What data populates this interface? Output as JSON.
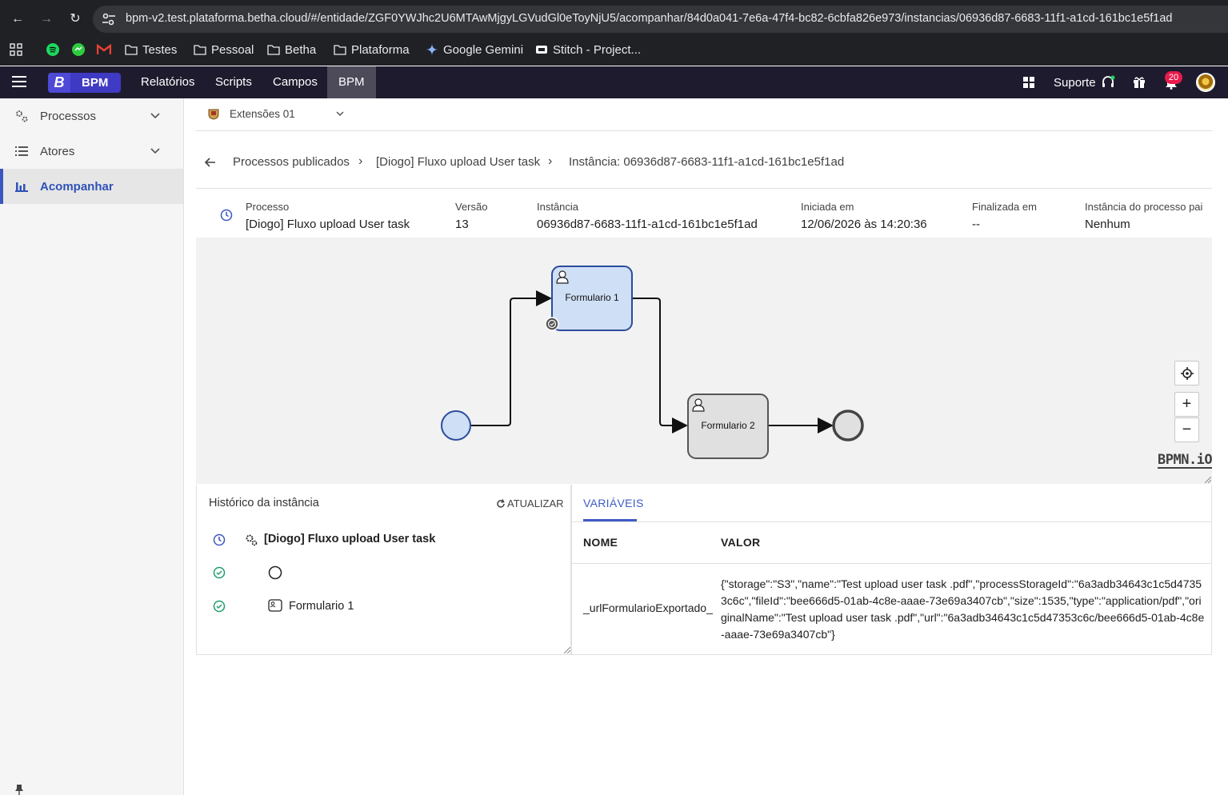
{
  "browser": {
    "url": "bpm-v2.test.plataforma.betha.cloud/#/entidade/ZGF0YWJhc2U6MTAwMjgyLGVudGl0eToyNjU5/acompanhar/84d0a041-7e6a-47f4-bc82-6cbfa826e973/instancias/06936d87-6683-11f1-a1cd-161bc1e5f1ad",
    "bookmarks": [
      "Testes",
      "Pessoal",
      "Betha",
      "Plataforma",
      "Google Gemini",
      "Stitch - Project..."
    ]
  },
  "header": {
    "brand_letter": "B",
    "brand_name": "BPM",
    "nav": [
      "Relatórios",
      "Scripts",
      "Campos",
      "BPM"
    ],
    "support_label": "Suporte",
    "notification_count": "20"
  },
  "sidebar": {
    "items": [
      {
        "label": "Processos"
      },
      {
        "label": "Atores"
      },
      {
        "label": "Acompanhar"
      }
    ]
  },
  "entity": {
    "name": "Extensões 01"
  },
  "breadcrumb": {
    "items": [
      "Processos publicados",
      "[Diogo] Fluxo upload User task",
      "Instância: 06936d87-6683-11f1-a1cd-161bc1e5f1ad"
    ],
    "separator": "›"
  },
  "info": {
    "processo_label": "Processo",
    "processo_value": "[Diogo] Fluxo upload User task",
    "versao_label": "Versão",
    "versao_value": "13",
    "instancia_label": "Instância",
    "instancia_value": "06936d87-6683-11f1-a1cd-161bc1e5f1ad",
    "iniciada_label": "Iniciada em",
    "iniciada_value": "12/06/2026 às 14:20:36",
    "finalizada_label": "Finalizada em",
    "finalizada_value": "--",
    "pai_label": "Instância do processo pai",
    "pai_value": "Nenhum"
  },
  "diagram": {
    "task1": "Formulario 1",
    "task2": "Formulario 2",
    "zoom_in": "+",
    "zoom_out": "−",
    "logo": "BPMN.iO",
    "colors": {
      "completed_fill": "#cfdff5",
      "completed_stroke": "#2b4c9b",
      "pending_fill": "#e0e0e0",
      "pending_stroke": "#555555"
    }
  },
  "history": {
    "title": "Histórico da instância",
    "refresh_label": "ATUALIZAR",
    "root": "[Diogo] Fluxo upload User task",
    "task": "Formulario 1"
  },
  "variables": {
    "tab": "VARIÁVEIS",
    "col_name": "NOME",
    "col_value": "VALOR",
    "rows": [
      {
        "name": "_urlFormularioExportado_",
        "value": "{\"storage\":\"S3\",\"name\":\"Test upload user task .pdf\",\"processStorageId\":\"6a3adb34643c1c5d47353c6c\",\"fileId\":\"bee666d5-01ab-4c8e-aaae-73e69a3407cb\",\"size\":1535,\"type\":\"application/pdf\",\"originalName\":\"Test upload user task .pdf\",\"url\":\"6a3adb34643c1c5d47353c6c/bee666d5-01ab-4c8e-aaae-73e69a3407cb\"}"
      }
    ]
  },
  "colors": {
    "accent": "#3f5bc4",
    "header_bg": "#1e1b2e",
    "success": "#1e9e6a"
  }
}
